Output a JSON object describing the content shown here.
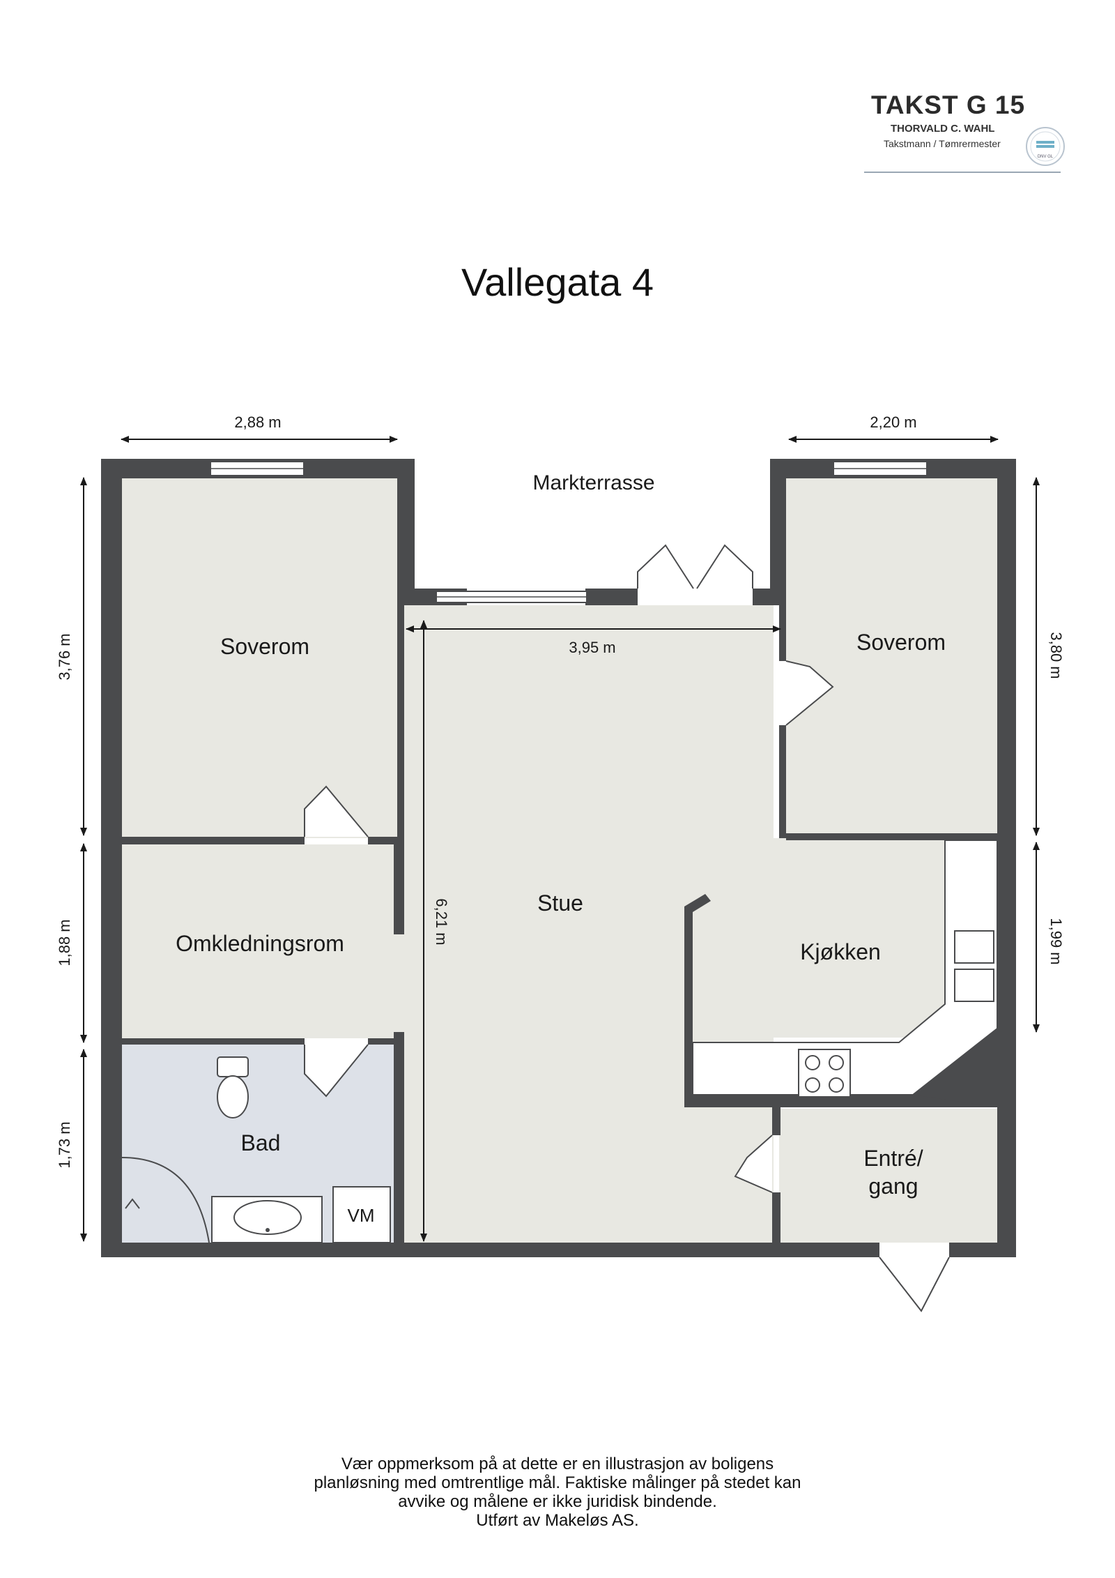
{
  "logo": {
    "title": "TAKST G 15",
    "name": "THORVALD C. WAHL",
    "role": "Takstmann / Tømrermester",
    "seal_text": "DNV GL"
  },
  "title": "Vallegata 4",
  "terrace_label": "Markterrasse",
  "rooms": {
    "soverom_left": "Soverom",
    "soverom_right": "Soverom",
    "omkledningsrom": "Omkledningsrom",
    "stue": "Stue",
    "kjokken": "Kjøkken",
    "bad": "Bad",
    "vm": "VM",
    "entre_line1": "Entré/",
    "entre_line2": "gang"
  },
  "dimensions": {
    "top_left_width": "2,88 m",
    "top_right_width": "2,20 m",
    "stue_width": "3,95 m",
    "left_h1": "3,76 m",
    "left_h2": "1,88 m",
    "left_h3": "1,73 m",
    "stue_height": "6,21 m",
    "right_h1": "3,80 m",
    "right_h2": "1,99 m"
  },
  "disclaimer": [
    "Vær oppmerksom på at dette er en illustrasjon av boligens",
    "planløsning med omtrentlige mål. Faktiske målinger på stedet kan",
    "avvike og målene er ikke juridisk bindende.",
    "Utført av Makeløs AS."
  ],
  "colors": {
    "wall": "#4a4b4d",
    "floor": "#e8e8e2",
    "bathroom": "#dde1e8",
    "dimension_line": "#1a1a1a"
  }
}
